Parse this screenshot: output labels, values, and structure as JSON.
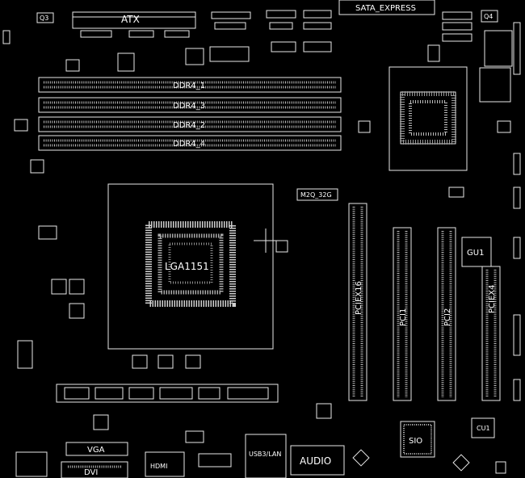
{
  "components": {
    "q3": "Q3",
    "atx": "ATX",
    "sata_express": "SATA_EXPRESS",
    "q4": "Q4",
    "dimm_1": "DDR4_1",
    "dimm_3": "DDR4_3",
    "dimm_2": "DDR4_2",
    "dimm_4": "DDR4_4",
    "cpu_socket": "LGA1151",
    "m2": "M2Q_32G",
    "pciex16": "PCIEX16",
    "pci1": "PCI1",
    "pci2": "PCI2",
    "pciex4": "PCIEX4",
    "gu1": "GU1",
    "vga": "VGA",
    "dvi": "DVI",
    "audio": "AUDIO",
    "sio": "SIO",
    "cu1": "CU1",
    "usb_lan": "USB3/LAN",
    "hdmi": "HDMI"
  },
  "colors": {
    "background": "#000000",
    "silkscreen": "#e8e8e8"
  }
}
